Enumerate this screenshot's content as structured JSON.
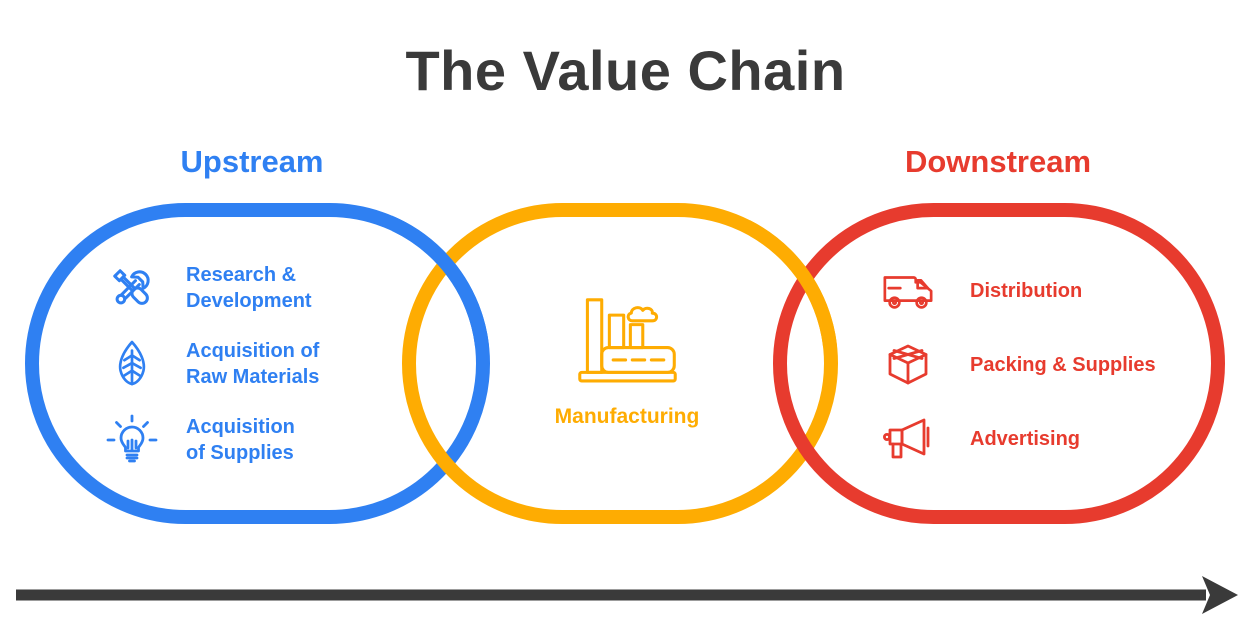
{
  "title": "The Value Chain",
  "colors": {
    "blue": "#2f80f2",
    "yellow": "#feac02",
    "red": "#e73b2e",
    "dark": "#3a3a3a"
  },
  "upstream": {
    "label": "Upstream",
    "items": [
      {
        "icon": "tools-icon",
        "lines": [
          "Research &",
          "Development"
        ]
      },
      {
        "icon": "leaf-icon",
        "lines": [
          "Acquisition of",
          "Raw Materials"
        ]
      },
      {
        "icon": "lightbulb-icon",
        "lines": [
          "Acquisition",
          "of Supplies"
        ]
      }
    ]
  },
  "midstream": {
    "icon": "factory-icon",
    "label": "Manufacturing"
  },
  "downstream": {
    "label": "Downstream",
    "items": [
      {
        "icon": "truck-icon",
        "label": "Distribution"
      },
      {
        "icon": "box-icon",
        "label": "Packing & Supplies"
      },
      {
        "icon": "megaphone-icon",
        "label": "Advertising"
      }
    ]
  },
  "flow_arrow": {
    "icon": "right-arrow-icon",
    "direction": "left-to-right"
  }
}
